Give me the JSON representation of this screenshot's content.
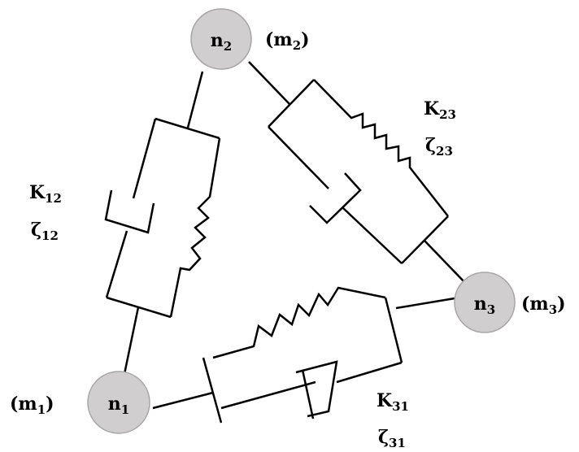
{
  "diagram": {
    "nodes": [
      {
        "id": "n1",
        "label": "n",
        "sub": "1",
        "mass_label": "(m",
        "mass_sub": "1",
        "mass_close": ")"
      },
      {
        "id": "n2",
        "label": "n",
        "sub": "2",
        "mass_label": "(m",
        "mass_sub": "2",
        "mass_close": ")"
      },
      {
        "id": "n3",
        "label": "n",
        "sub": "3",
        "mass_label": "(m",
        "mass_sub": "3",
        "mass_close": ")"
      }
    ],
    "links": [
      {
        "id": "12",
        "from": "n1",
        "to": "n2",
        "stiffness": "K",
        "stiffness_sub": "12",
        "damping": "ζ",
        "damping_sub": "12"
      },
      {
        "id": "23",
        "from": "n2",
        "to": "n3",
        "stiffness": "K",
        "stiffness_sub": "23",
        "damping": "ζ",
        "damping_sub": "23"
      },
      {
        "id": "31",
        "from": "n3",
        "to": "n1",
        "stiffness": "K",
        "stiffness_sub": "31",
        "damping": "ζ",
        "damping_sub": "31"
      }
    ],
    "colors": {
      "node_fill": "#d0cece",
      "node_stroke": "#a6a6a6",
      "line": "#000000"
    }
  }
}
